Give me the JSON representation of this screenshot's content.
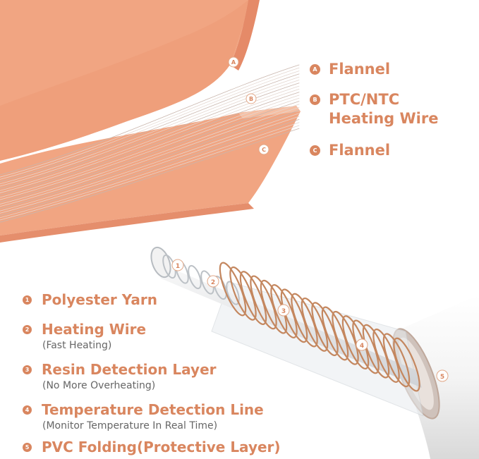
{
  "colors": {
    "accent": "#D9865F",
    "flannel": "#F1A582",
    "flannel_dark": "#E0896A",
    "wire": "#C4875F",
    "tube": "#F2F2F2"
  },
  "top_layers": [
    {
      "badge": "A",
      "text": "Flannel"
    },
    {
      "badge": "B",
      "text": "PTC/NTC Heating Wire"
    },
    {
      "badge": "C",
      "text": "Flannel"
    }
  ],
  "cable_layers": [
    {
      "badge": "1",
      "text": "Polyester Yarn",
      "sub": ""
    },
    {
      "badge": "2",
      "text": "Heating Wire",
      "sub": "(Fast Heating)"
    },
    {
      "badge": "3",
      "text": "Resin Detection Layer",
      "sub": "(No More Overheating)"
    },
    {
      "badge": "4",
      "text": "Temperature Detection Line",
      "sub": "(Monitor Temperature In Real Time)"
    },
    {
      "badge": "5",
      "text": "PVC Folding(Protective Layer)",
      "sub": ""
    }
  ],
  "diagram_badges": {
    "a": "A",
    "b": "B",
    "c": "C",
    "n1": "1",
    "n2": "2",
    "n3": "3",
    "n4": "4",
    "n5": "5"
  }
}
